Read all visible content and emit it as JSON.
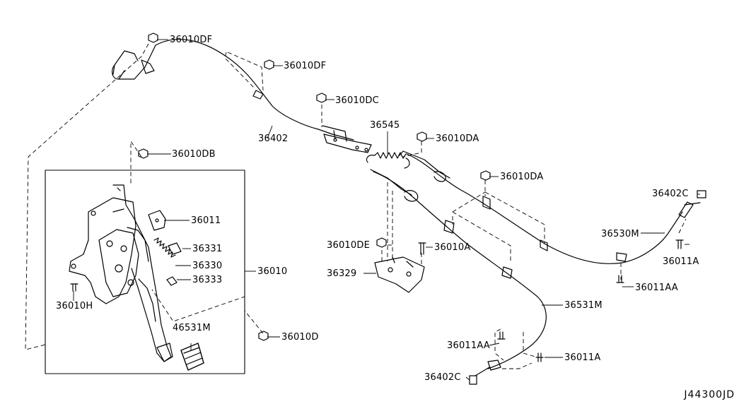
{
  "diagram_code": "J44300JD",
  "parts": [
    {
      "id": "p01",
      "label": "36010DF"
    },
    {
      "id": "p02",
      "label": "36010DF"
    },
    {
      "id": "p03",
      "label": "36010DC"
    },
    {
      "id": "p04",
      "label": "36402"
    },
    {
      "id": "p05",
      "label": "36545"
    },
    {
      "id": "p06",
      "label": "36010DA"
    },
    {
      "id": "p07",
      "label": "36010DA"
    },
    {
      "id": "p08",
      "label": "36010DB"
    },
    {
      "id": "p09",
      "label": "36011"
    },
    {
      "id": "p10",
      "label": "36331"
    },
    {
      "id": "p11",
      "label": "36330"
    },
    {
      "id": "p12",
      "label": "36333"
    },
    {
      "id": "p13",
      "label": "36010"
    },
    {
      "id": "p14",
      "label": "36010H"
    },
    {
      "id": "p15",
      "label": "46531M"
    },
    {
      "id": "p16",
      "label": "36010D"
    },
    {
      "id": "p17",
      "label": "36010DE"
    },
    {
      "id": "p18",
      "label": "36010A"
    },
    {
      "id": "p19",
      "label": "36329"
    },
    {
      "id": "p20",
      "label": "36402C"
    },
    {
      "id": "p21",
      "label": "36530M"
    },
    {
      "id": "p22",
      "label": "36011A"
    },
    {
      "id": "p23",
      "label": "36011AA"
    },
    {
      "id": "p24",
      "label": "36531M"
    },
    {
      "id": "p25",
      "label": "36011AA"
    },
    {
      "id": "p26",
      "label": "36011A"
    },
    {
      "id": "p27",
      "label": "36402C"
    }
  ]
}
